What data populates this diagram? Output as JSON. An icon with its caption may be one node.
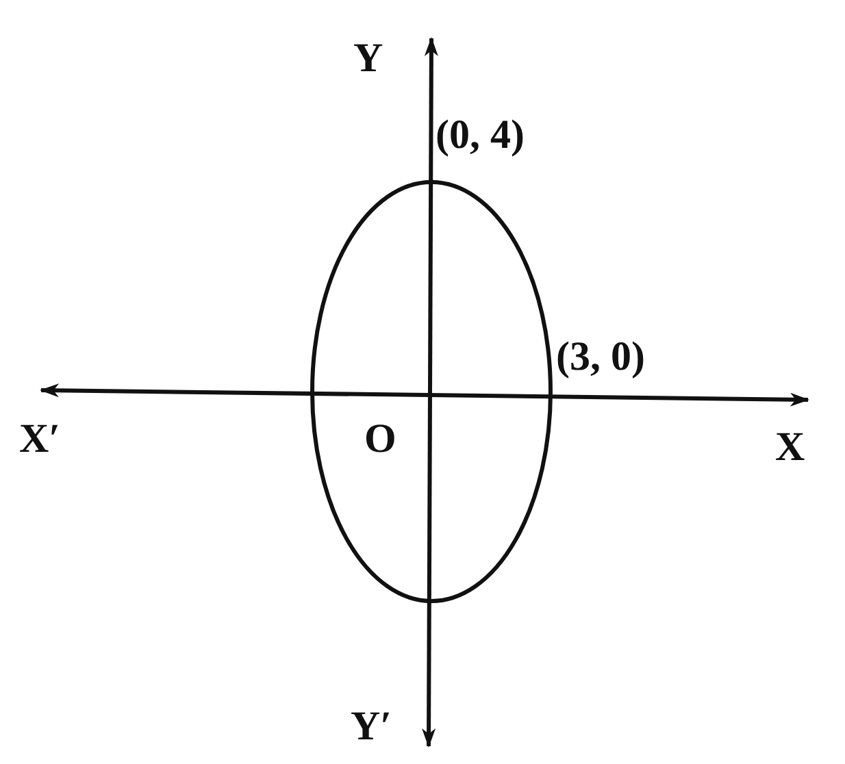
{
  "diagram": {
    "labels": [
      "Y",
      "(0, 4)",
      "(3, 0)",
      "X′",
      "O",
      "X",
      "Y′"
    ]
  }
}
